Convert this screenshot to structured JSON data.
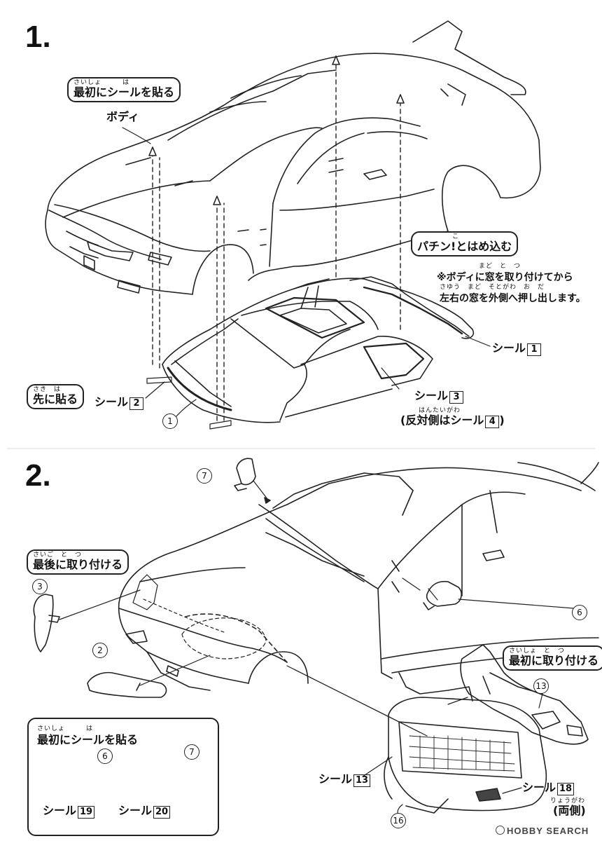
{
  "steps": [
    {
      "number": "1.",
      "callouts": {
        "first_stick": {
          "ruby": "さいしょ　　　は",
          "text": "最初にシールを貼る"
        },
        "snap_in": {
          "ruby": "　　　　　こ",
          "text": "パチン!とはめ込む"
        },
        "stick_first": {
          "ruby": "さき　は",
          "text": "先に貼る"
        }
      },
      "labels": {
        "body": "ボディ",
        "seal_1": {
          "text": "シール",
          "num": "1"
        },
        "seal_2": {
          "text": "シール",
          "num": "2"
        },
        "seal_3": {
          "text": "シール",
          "num": "3"
        },
        "opposite_side": {
          "ruby": "はんたいがわ",
          "text": "(反対側はシール",
          "num": "4",
          "close": ")"
        },
        "part_1": "1"
      },
      "note": {
        "line1_ruby": "まど　と　つ",
        "line1": "※ボディに窓を取り付けてから",
        "line2_ruby": "さゆう　まど　そとがわ　お　だ",
        "line2": "左右の窓を外側へ押し出します。"
      }
    },
    {
      "number": "2.",
      "callouts": {
        "attach_last": {
          "ruby": "さいご　と　つ",
          "text": "最後に取り付ける"
        },
        "attach_first": {
          "ruby": "さいしょ　と　つ",
          "text": "最初に取り付ける"
        }
      },
      "labels": {
        "part_7": "7",
        "part_3": "3",
        "part_2": "2",
        "part_6": "6",
        "part_13": "13",
        "part_16": "16",
        "seal_13": {
          "text": "シール",
          "num": "13"
        },
        "seal_18": {
          "text": "シール",
          "num": "18"
        },
        "both_sides": {
          "ruby": "りょうがわ",
          "text": "(両側)"
        }
      },
      "inset": {
        "ruby": "さいしょ　　　は",
        "title": "最初にシールを貼る",
        "part_6": "6",
        "part_7": "7",
        "seal_19": {
          "text": "シール",
          "num": "19"
        },
        "seal_20": {
          "text": "シール",
          "num": "20"
        }
      }
    }
  ],
  "watermark": "HOBBY SEARCH"
}
